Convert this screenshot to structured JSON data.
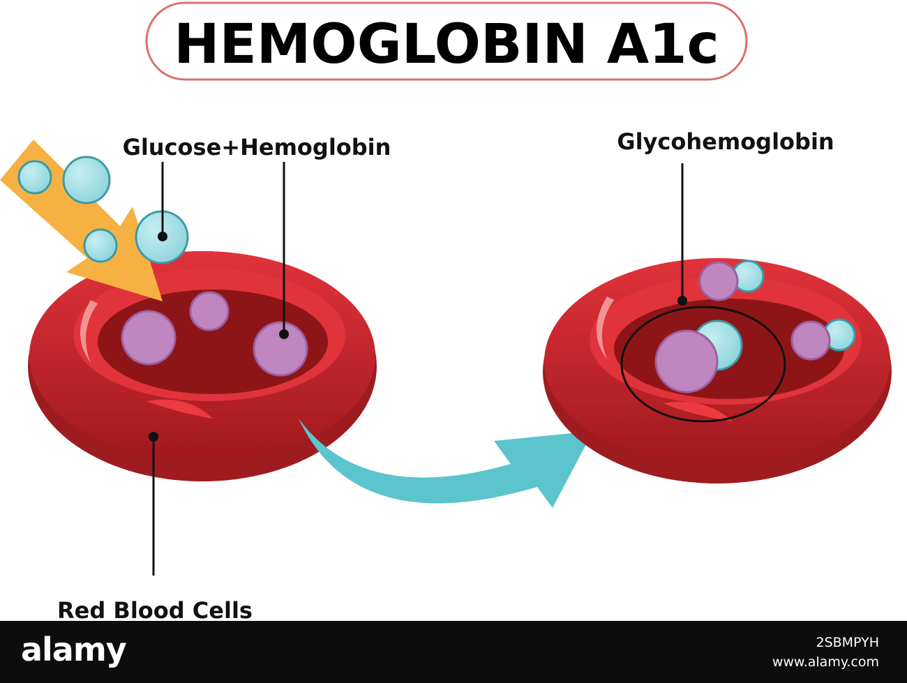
{
  "title": "HEMOGLOBIN A1c",
  "labels": {
    "glucose_hemoglobin": "Glucose+Hemoglobin",
    "glycohemoglobin": "Glycohemoglobin",
    "red_blood_cells": "Red Blood Cells"
  },
  "footer": {
    "brand": "alamy",
    "image_id": "2SBMPYH",
    "site": "www.alamy.com"
  },
  "colors": {
    "title_border": "#d9706b",
    "cell_dark": "#9e1c1f",
    "cell_main": "#d7282e",
    "cell_highlight": "#ec3a3f",
    "glucose": "#8fd4dc",
    "hemoglobin": "#bf86c0",
    "arrow_orange": "#f6b142",
    "arrow_teal": "#5cc4cc",
    "footer_bg": "#0d0d0d"
  },
  "icons": [
    "orange-arrow-icon",
    "teal-curved-arrow-icon"
  ]
}
